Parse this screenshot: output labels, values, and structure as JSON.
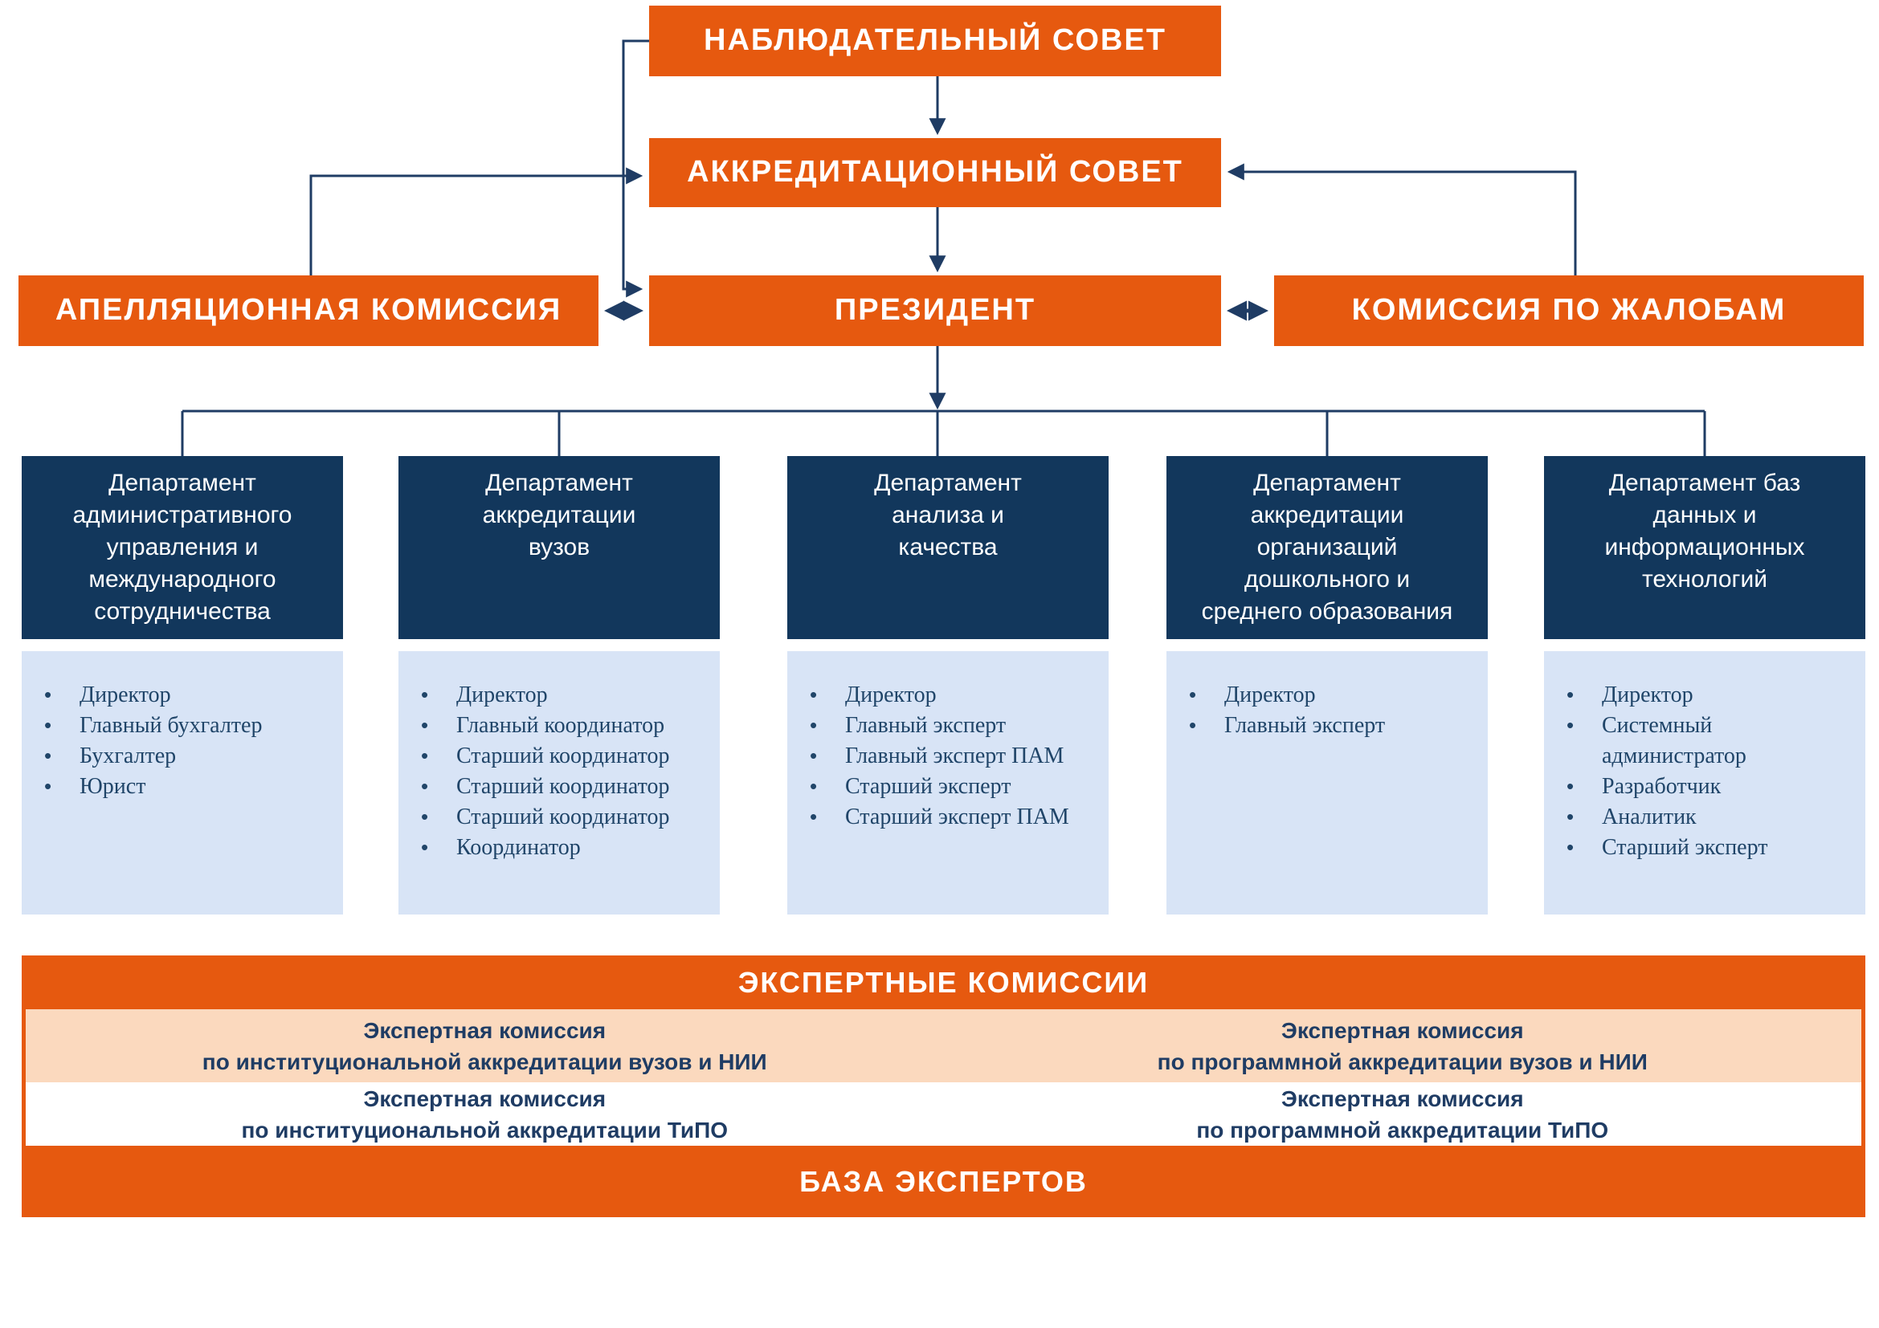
{
  "colors": {
    "orange": "#E6590F",
    "navy_box": "#12375C",
    "light_blue": "#D8E4F6",
    "peach": "#FBD9BE",
    "connector": "#1F3C64",
    "list_text": "#204569"
  },
  "boxes": {
    "supervisory_council": "НАБЛЮДАТЕЛЬНЫЙ СОВЕТ",
    "accreditation_council": "АККРЕДИТАЦИОННЫЙ СОВЕТ",
    "president": "ПРЕЗИДЕНТ",
    "appeal_commission": "АПЕЛЛЯЦИОННАЯ КОМИССИЯ",
    "complaints_commission": "КОМИССИЯ ПО ЖАЛОБАМ"
  },
  "departments": [
    {
      "title_lines": [
        "Департамент",
        "административного",
        "управления и",
        "международного",
        "сотрудничества"
      ],
      "staff": [
        "Директор",
        "Главный бухгалтер",
        "Бухгалтер",
        "Юрист"
      ]
    },
    {
      "title_lines": [
        "Департамент",
        "аккредитации",
        "вузов"
      ],
      "staff": [
        "Директор",
        "Главный координатор",
        "Старший координатор",
        "Старший координатор",
        "Старший координатор",
        "Координатор"
      ]
    },
    {
      "title_lines": [
        "Департамент",
        "анализа и",
        "качества"
      ],
      "staff": [
        "Директор",
        "Главный эксперт",
        "Главный эксперт ПАМ",
        "Старший эксперт",
        "Старший эксперт ПАМ"
      ]
    },
    {
      "title_lines": [
        "Департамент",
        "аккредитации",
        "организаций",
        "дошкольного и",
        "среднего образования"
      ],
      "staff": [
        "Директор",
        "Главный эксперт"
      ]
    },
    {
      "title_lines": [
        "Департамент баз",
        "данных и",
        "информационных",
        "технологий"
      ],
      "staff": [
        "Директор",
        "Системный администратор",
        "Разработчик",
        "Аналитик",
        "Старший эксперт"
      ]
    }
  ],
  "expert_section": {
    "title": "ЭКСПЕРТНЫЕ КОМИССИИ",
    "rows": [
      {
        "left_line1": "Экспертная комиссия",
        "left_line2": "по институциональной аккредитации вузов и НИИ",
        "right_line1": "Экспертная комиссия",
        "right_line2": "по программной аккредитации вузов и НИИ"
      },
      {
        "left_line1": "Экспертная комиссия",
        "left_line2": "по институциональной аккредитации ТиПО",
        "right_line1": "Экспертная комиссия",
        "right_line2": "по программной аккредитации ТиПО"
      }
    ],
    "base_title": "БАЗА ЭКСПЕРТОВ"
  }
}
